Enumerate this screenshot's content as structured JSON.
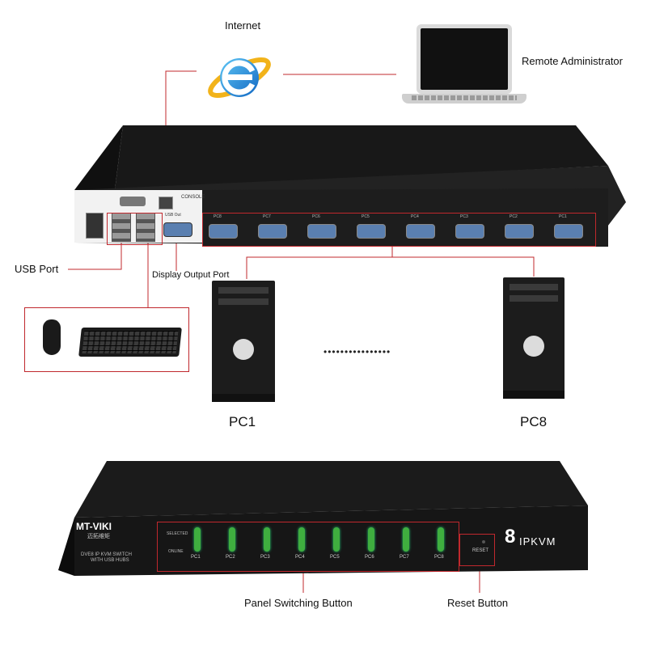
{
  "labels": {
    "internet": "Internet",
    "remote_admin": "Remote Administrator",
    "usb_port": "USB Port",
    "display_output_port": "Display Output Port",
    "pc_first": "PC1",
    "pc_last": "PC8",
    "panel_switching_button": "Panel Switching Button",
    "reset_button": "Reset Button"
  },
  "rear_panel": {
    "console_label": "CONSOLE",
    "usb_out_label": "USB Out",
    "ports": [
      "PC8",
      "PC7",
      "PC6",
      "PC5",
      "PC4",
      "PC3",
      "PC2",
      "PC1"
    ]
  },
  "front_panel": {
    "brand": "MT-VIKI",
    "brand_sub": "迈拓维矩",
    "model_line1": "DVE8 IP KVM SWITCH",
    "model_line2": "WITH USB HUBS",
    "selected_label": "SELECTED",
    "online_label": "ONLINE",
    "buttons": [
      "PC1",
      "PC2",
      "PC3",
      "PC4",
      "PC5",
      "PC6",
      "PC7",
      "PC8"
    ],
    "reset_label": "RESET",
    "product_big": "8",
    "product_rest": "IPKVM"
  },
  "ellipsis": "••••••••••••••••",
  "colors": {
    "accent_red": "#c0282d",
    "device_black": "#1c1c1c",
    "led_green": "#3fae3f"
  }
}
